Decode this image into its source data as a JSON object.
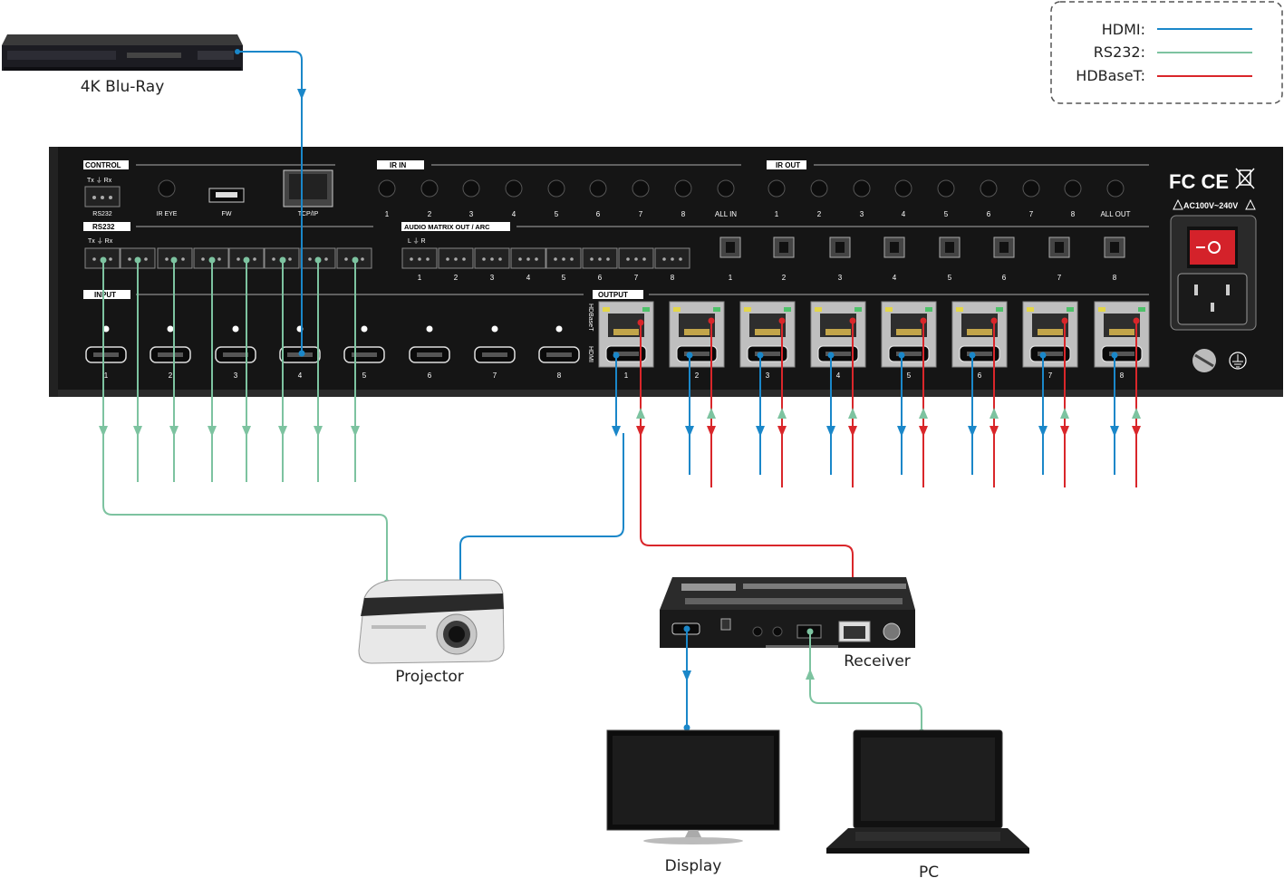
{
  "devices": {
    "bluray": "4K Blu-Ray",
    "projector": "Projector",
    "receiver": "Receiver",
    "display": "Display",
    "pc": "PC"
  },
  "legend": {
    "hdmi_label": "HDMI:",
    "rs232_label": "RS232:",
    "hdbaset_label": "HDBaseT:"
  },
  "colors": {
    "hdmi": "#1a87c9",
    "rs232": "#7dc3a0",
    "hdbaset": "#d9262a",
    "panel": "#151515"
  },
  "panel": {
    "control_header": "CONTROL",
    "rs232_label": "RS232",
    "ir_eye_label": "IR EYE",
    "fw_label": "FW",
    "tcpip_label": "TCP/IP",
    "ir_in_header": "IR IN",
    "ir_out_header": "IR OUT",
    "ir_in_ports": [
      "1",
      "2",
      "3",
      "4",
      "5",
      "6",
      "7",
      "8",
      "ALL IN"
    ],
    "ir_out_ports": [
      "1",
      "2",
      "3",
      "4",
      "5",
      "6",
      "7",
      "8",
      "ALL OUT"
    ],
    "rs232_header": "RS232",
    "rs232_pins": "Tx ⏚ Rx",
    "audio_header": "AUDIO MATRIX OUT / ARC",
    "audio_lr": "L ⏚ R",
    "audio_ports": [
      "1",
      "2",
      "3",
      "4",
      "5",
      "6",
      "7",
      "8"
    ],
    "optical_ports": [
      "1",
      "2",
      "3",
      "4",
      "5",
      "6",
      "7",
      "8"
    ],
    "input_header": "INPUT",
    "input_ports": [
      "1",
      "2",
      "3",
      "4",
      "5",
      "6",
      "7",
      "8"
    ],
    "output_header": "OUTPUT",
    "output_side_hdbaset": "HDBaseT",
    "output_side_hdmi": "HDMI",
    "output_ports": [
      "1",
      "2",
      "3",
      "4",
      "5",
      "6",
      "7",
      "8"
    ],
    "cert_marks": "FC CE",
    "power_label": "AC100V~240V"
  }
}
